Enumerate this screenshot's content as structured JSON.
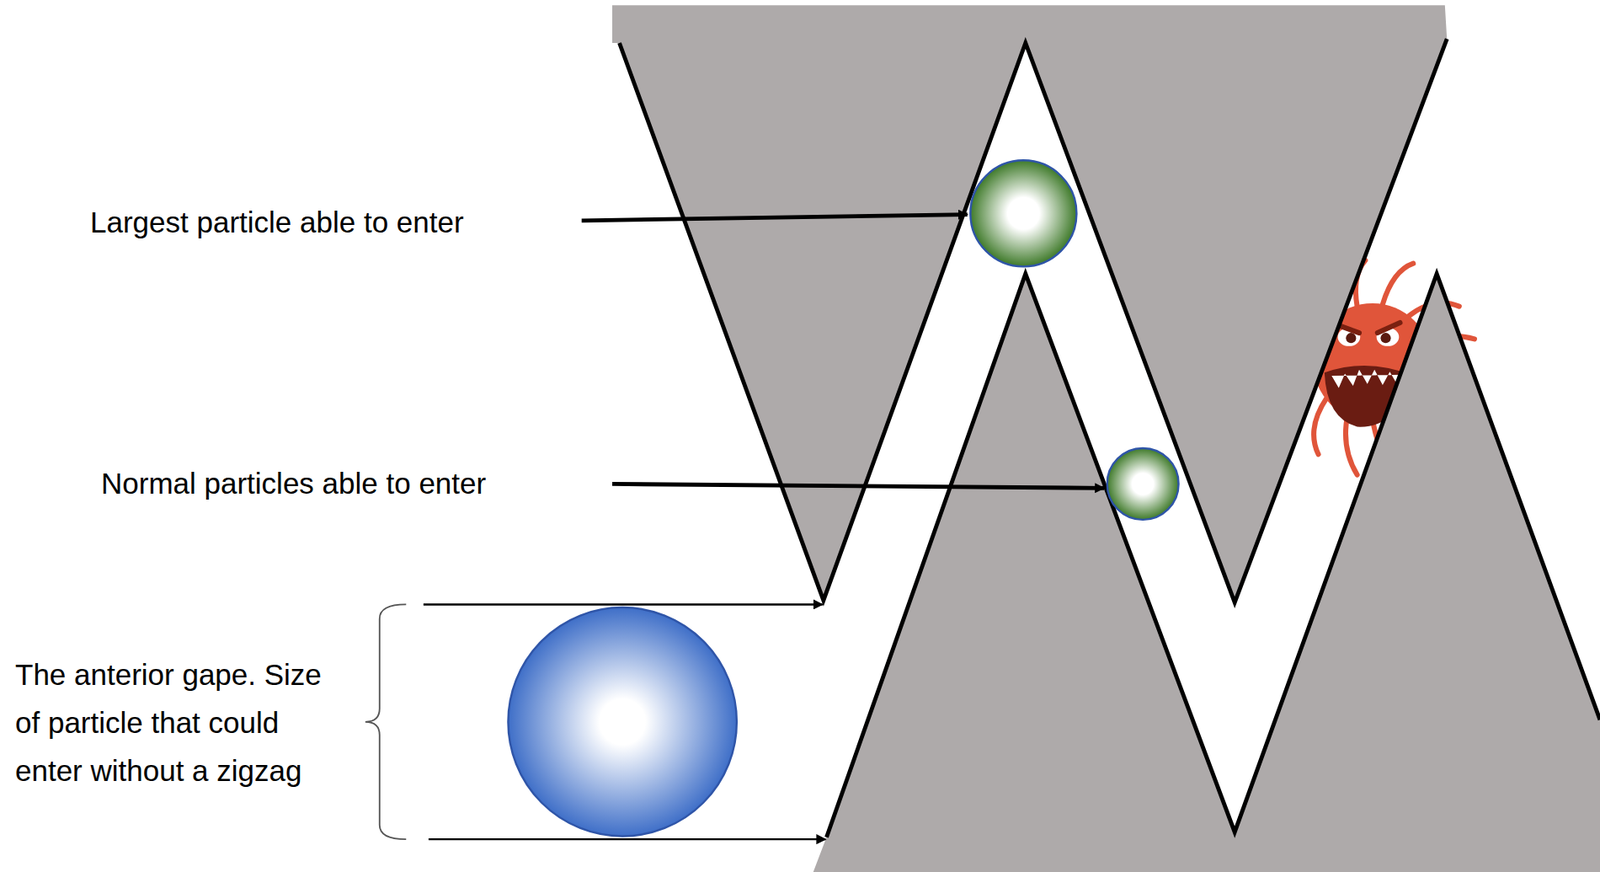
{
  "diagram": {
    "labels": [
      "Largest particle able to enter",
      "Normal particles able to enter",
      "The anterior gape. Size of particle that could enter without a zigzag"
    ]
  }
}
